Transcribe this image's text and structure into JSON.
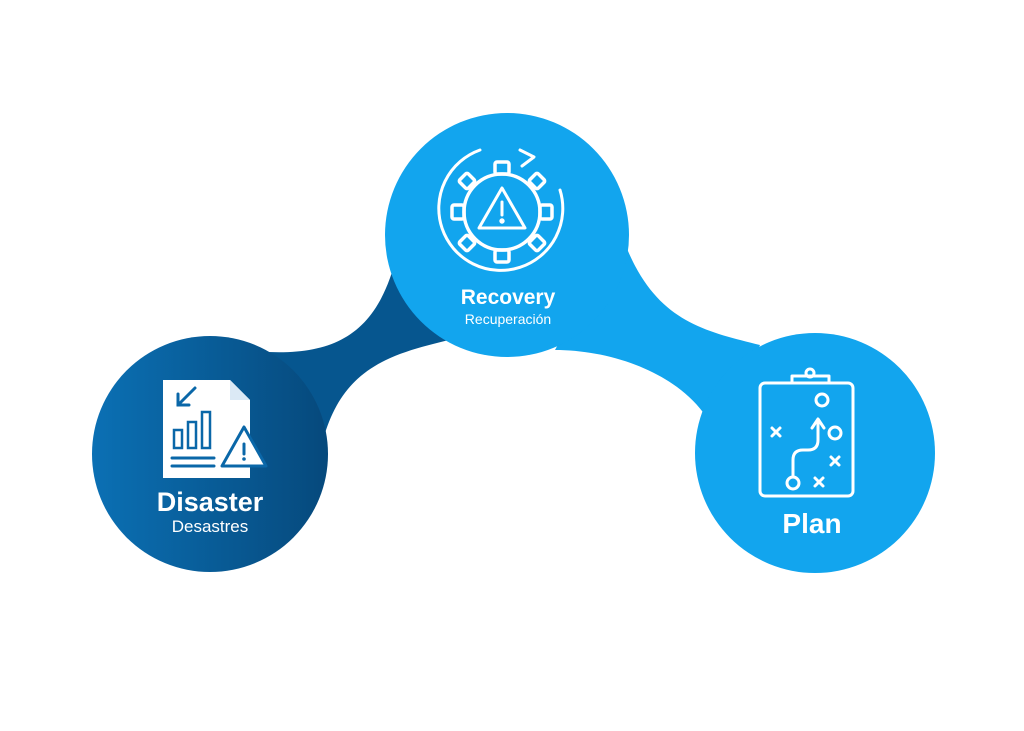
{
  "colors": {
    "dark_blue": "#0a67a8",
    "dark_blue_shade": "#074c80",
    "light_blue": "#12a5ee",
    "icon": "#ffffff"
  },
  "nodes": {
    "disaster": {
      "title": "Disaster",
      "subtitle": "Desastres",
      "icon": "report-chart-warning-icon"
    },
    "recovery": {
      "title": "Recovery",
      "subtitle": "Recuperación",
      "icon": "gear-warning-cycle-icon"
    },
    "plan": {
      "title": "Plan",
      "subtitle": "",
      "icon": "strategy-clipboard-icon"
    }
  }
}
